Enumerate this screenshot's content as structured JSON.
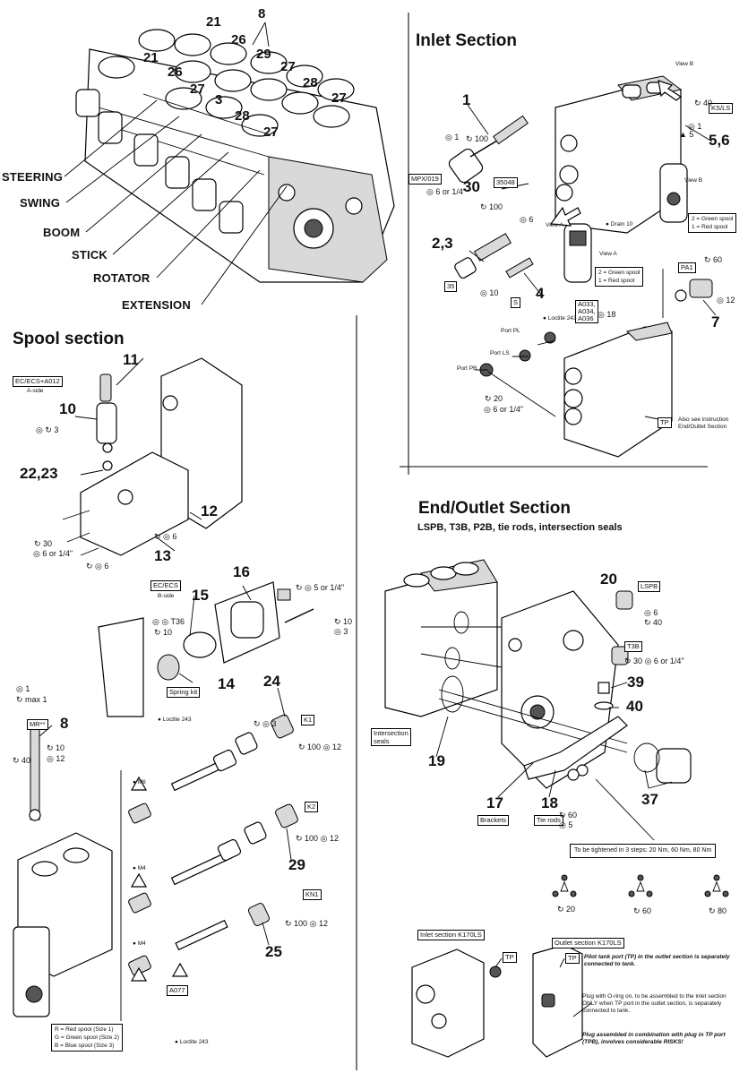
{
  "sections": {
    "inlet": {
      "title": "Inlet Section"
    },
    "spool": {
      "title": "Spool section"
    },
    "end": {
      "title": "End/Outlet Section",
      "subtitle": "LSPB, T3B, P2B, tie rods, intersection seals"
    }
  },
  "overview": {
    "labels": [
      "STEERING",
      "SWING",
      "BOOM",
      "STICK",
      "ROTATOR",
      "EXTENSION"
    ],
    "callouts": {
      "c21a": "21",
      "c8": "8",
      "c21b": "21",
      "c26a": "26",
      "c29": "29",
      "c26b": "26",
      "c27a": "27",
      "c27b": "27",
      "c28a": "28",
      "c27c": "27",
      "c3": "3",
      "c28b": "28",
      "c27d": "27"
    }
  },
  "inlet": {
    "callouts": {
      "c1": "1",
      "c30": "30",
      "c23": "2,3",
      "c4": "4",
      "c56": "5,6",
      "c7": "7"
    },
    "tags": {
      "mp": "MPX/019",
      "t35048": "35048",
      "t35": "35",
      "ks": "KS/LS",
      "s": "S",
      "pa1": "PA1",
      "a": "A033,\nA034,\nA036",
      "tp": "TP"
    },
    "ports": {
      "pl": "Port PL",
      "ls": "Port LS",
      "pb": "Port PB"
    },
    "views": {
      "b": "View B",
      "b2": "View B",
      "a": "View A",
      "a2": "View A"
    },
    "spool_note_1": "2 = Green spool\n1 = Red spool",
    "spool_note_2": "2 = Green spool\n1 = Red spool",
    "instruction": "Also see instruction\nEnd/Outlet Section",
    "syms": {
      "s100": "100",
      "s6or14": "6 or 1/4\"",
      "s100b": "100",
      "s1": "1",
      "s6": "6",
      "s40": "40",
      "s12": "12",
      "s20": "20",
      "s6or14b": "6 or 1/4\"",
      "s1b": "1",
      "drain": "Drain 10",
      "loctite": "Loctite 243",
      "s60": "60",
      "s5": "5",
      "s10": "10",
      "s18": "18"
    }
  },
  "spool": {
    "callouts": {
      "c11": "11",
      "c10": "10",
      "c2223": "22,23",
      "c12": "12",
      "c13": "13",
      "c16": "16",
      "c15": "15",
      "c14": "14",
      "c24": "24",
      "c8": "8",
      "c29": "29",
      "c25": "25"
    },
    "tags": {
      "ececsa": "EC/ECS+A012",
      "ececsb": "EC/ECS",
      "spring": "Spring kit",
      "mr": "MR**",
      "k1": "K1",
      "k2": "K2",
      "kn1": "KN1",
      "a077": "A077"
    },
    "sides": {
      "a": "A-side",
      "b": "B-side"
    },
    "legend": [
      "R = Red spool (Size 1)",
      "G = Green spool (Size 2)",
      "B = Blue spool (Size 3)"
    ],
    "syms": {
      "s3": "3",
      "s30": "30",
      "s6or14": "6 or 1/4\"",
      "s6": "6",
      "s30b": "6",
      "s5or14": "5 or 1/4\"",
      "s10": "10",
      "s3b": "3",
      "s10b": "10",
      "s36": "T36",
      "s1": "1",
      "smax1": "max 1",
      "s10c": "10",
      "s12": "12",
      "s40": "40",
      "s100": "100",
      "s12b": "12",
      "s3c": "3",
      "s100b": "100",
      "s12c": "12",
      "s100c": "100",
      "s12d": "12",
      "m6": "M6",
      "m4": "M4",
      "m4b": "M4",
      "loctite1": "Loctite 243",
      "loctite2": "Loctite 243"
    }
  },
  "end": {
    "callouts": {
      "c20": "20",
      "c39": "39",
      "c40": "40",
      "c19": "19",
      "c17": "17",
      "c18": "18",
      "c37": "37"
    },
    "tags": {
      "lspb": "LSPB",
      "t3b": "T3B",
      "seals": "Intersection\nseals",
      "brackets": "Brackets",
      "tierods": "Tie rods",
      "tp1": "TP",
      "tp2": "TP"
    },
    "tighten": "To be tightened in 3 steps: 20 Nm, 60 Nm, 80 Nm",
    "torque": [
      "20",
      "60",
      "80"
    ],
    "syms": {
      "s6": "6",
      "s40": "40",
      "s30": "30",
      "s6or14": "6 or 1/4\"",
      "s60": "60",
      "s5": "5"
    },
    "inlet_box": "Inlet section K170LS",
    "outlet_box": "Outlet section K170LS",
    "notes": [
      "Pilot tank port (TP) in the outlet section is separately connected to tank.",
      "Plug with O-ring on, to be assembled to the inlet section ONLY when TP port in the outlet section, is separately connected to tank.",
      "Plug assembled in combination with plug in TP port (TPB), involves considerable RISKS!"
    ]
  }
}
